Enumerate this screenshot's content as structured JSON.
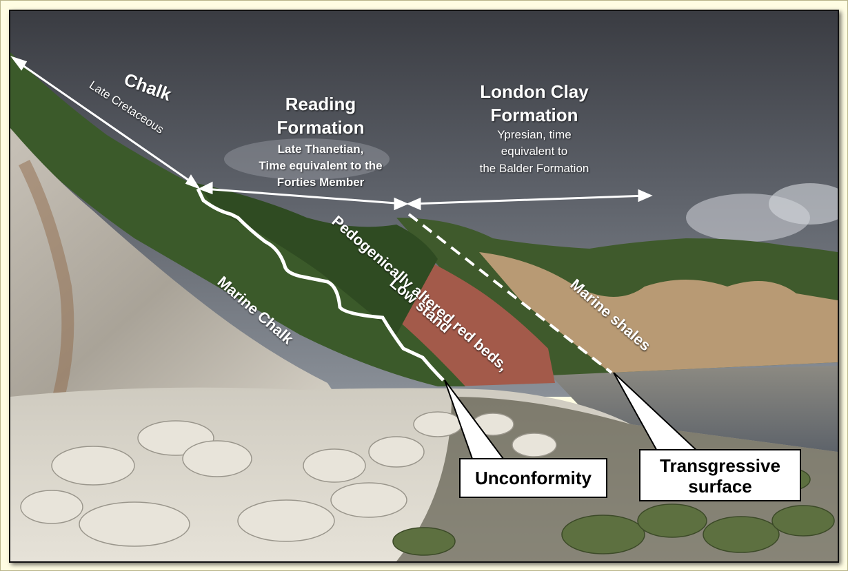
{
  "labels": {
    "chalk_title": "Chalk",
    "chalk_age": "Late Cretaceous",
    "reading_title_1": "Reading",
    "reading_title_2": "Formation",
    "reading_sub_1": "Late Thanetian,",
    "reading_sub_2": "Time equivalent to the",
    "reading_sub_3": "Forties Member",
    "london_title_1": "London Clay",
    "london_title_2": "Formation",
    "london_sub_1": "Ypresian, time",
    "london_sub_2": "equivalent to",
    "london_sub_3": "the Balder Formation",
    "marine_chalk": "Marine Chalk",
    "red_beds_1": "Pedogenically altered red beds,",
    "red_beds_2": "Low stand",
    "marine_shales": "Marine shales"
  },
  "callouts": {
    "unconformity": "Unconformity",
    "transgressive_1": "Transgressive",
    "transgressive_2": "surface"
  }
}
